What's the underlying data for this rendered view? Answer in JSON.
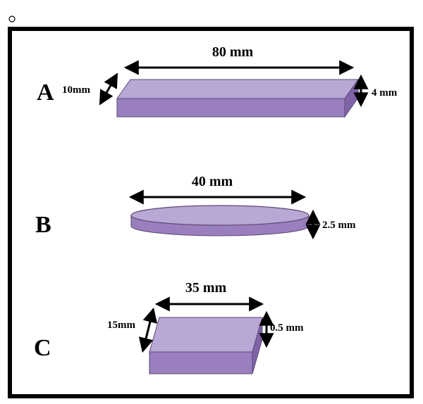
{
  "colors": {
    "top_face": "#b9a7d6",
    "front_face": "#9a7fbf",
    "side_face": "#7f63a8",
    "edge": "#5a4a73",
    "arrow": "#000000",
    "frame": "#000000"
  },
  "specimens": [
    {
      "id": "A",
      "label": "A",
      "shape": "bar",
      "dimensions": {
        "length": "80 mm",
        "width": "10mm",
        "thickness": "4 mm"
      }
    },
    {
      "id": "B",
      "label": "B",
      "shape": "disc",
      "dimensions": {
        "diameter": "40 mm",
        "thickness": "2.5 mm"
      }
    },
    {
      "id": "C",
      "label": "C",
      "shape": "plate",
      "dimensions": {
        "length": "35 mm",
        "width": "15mm",
        "thickness": "0.5 mm"
      }
    }
  ]
}
